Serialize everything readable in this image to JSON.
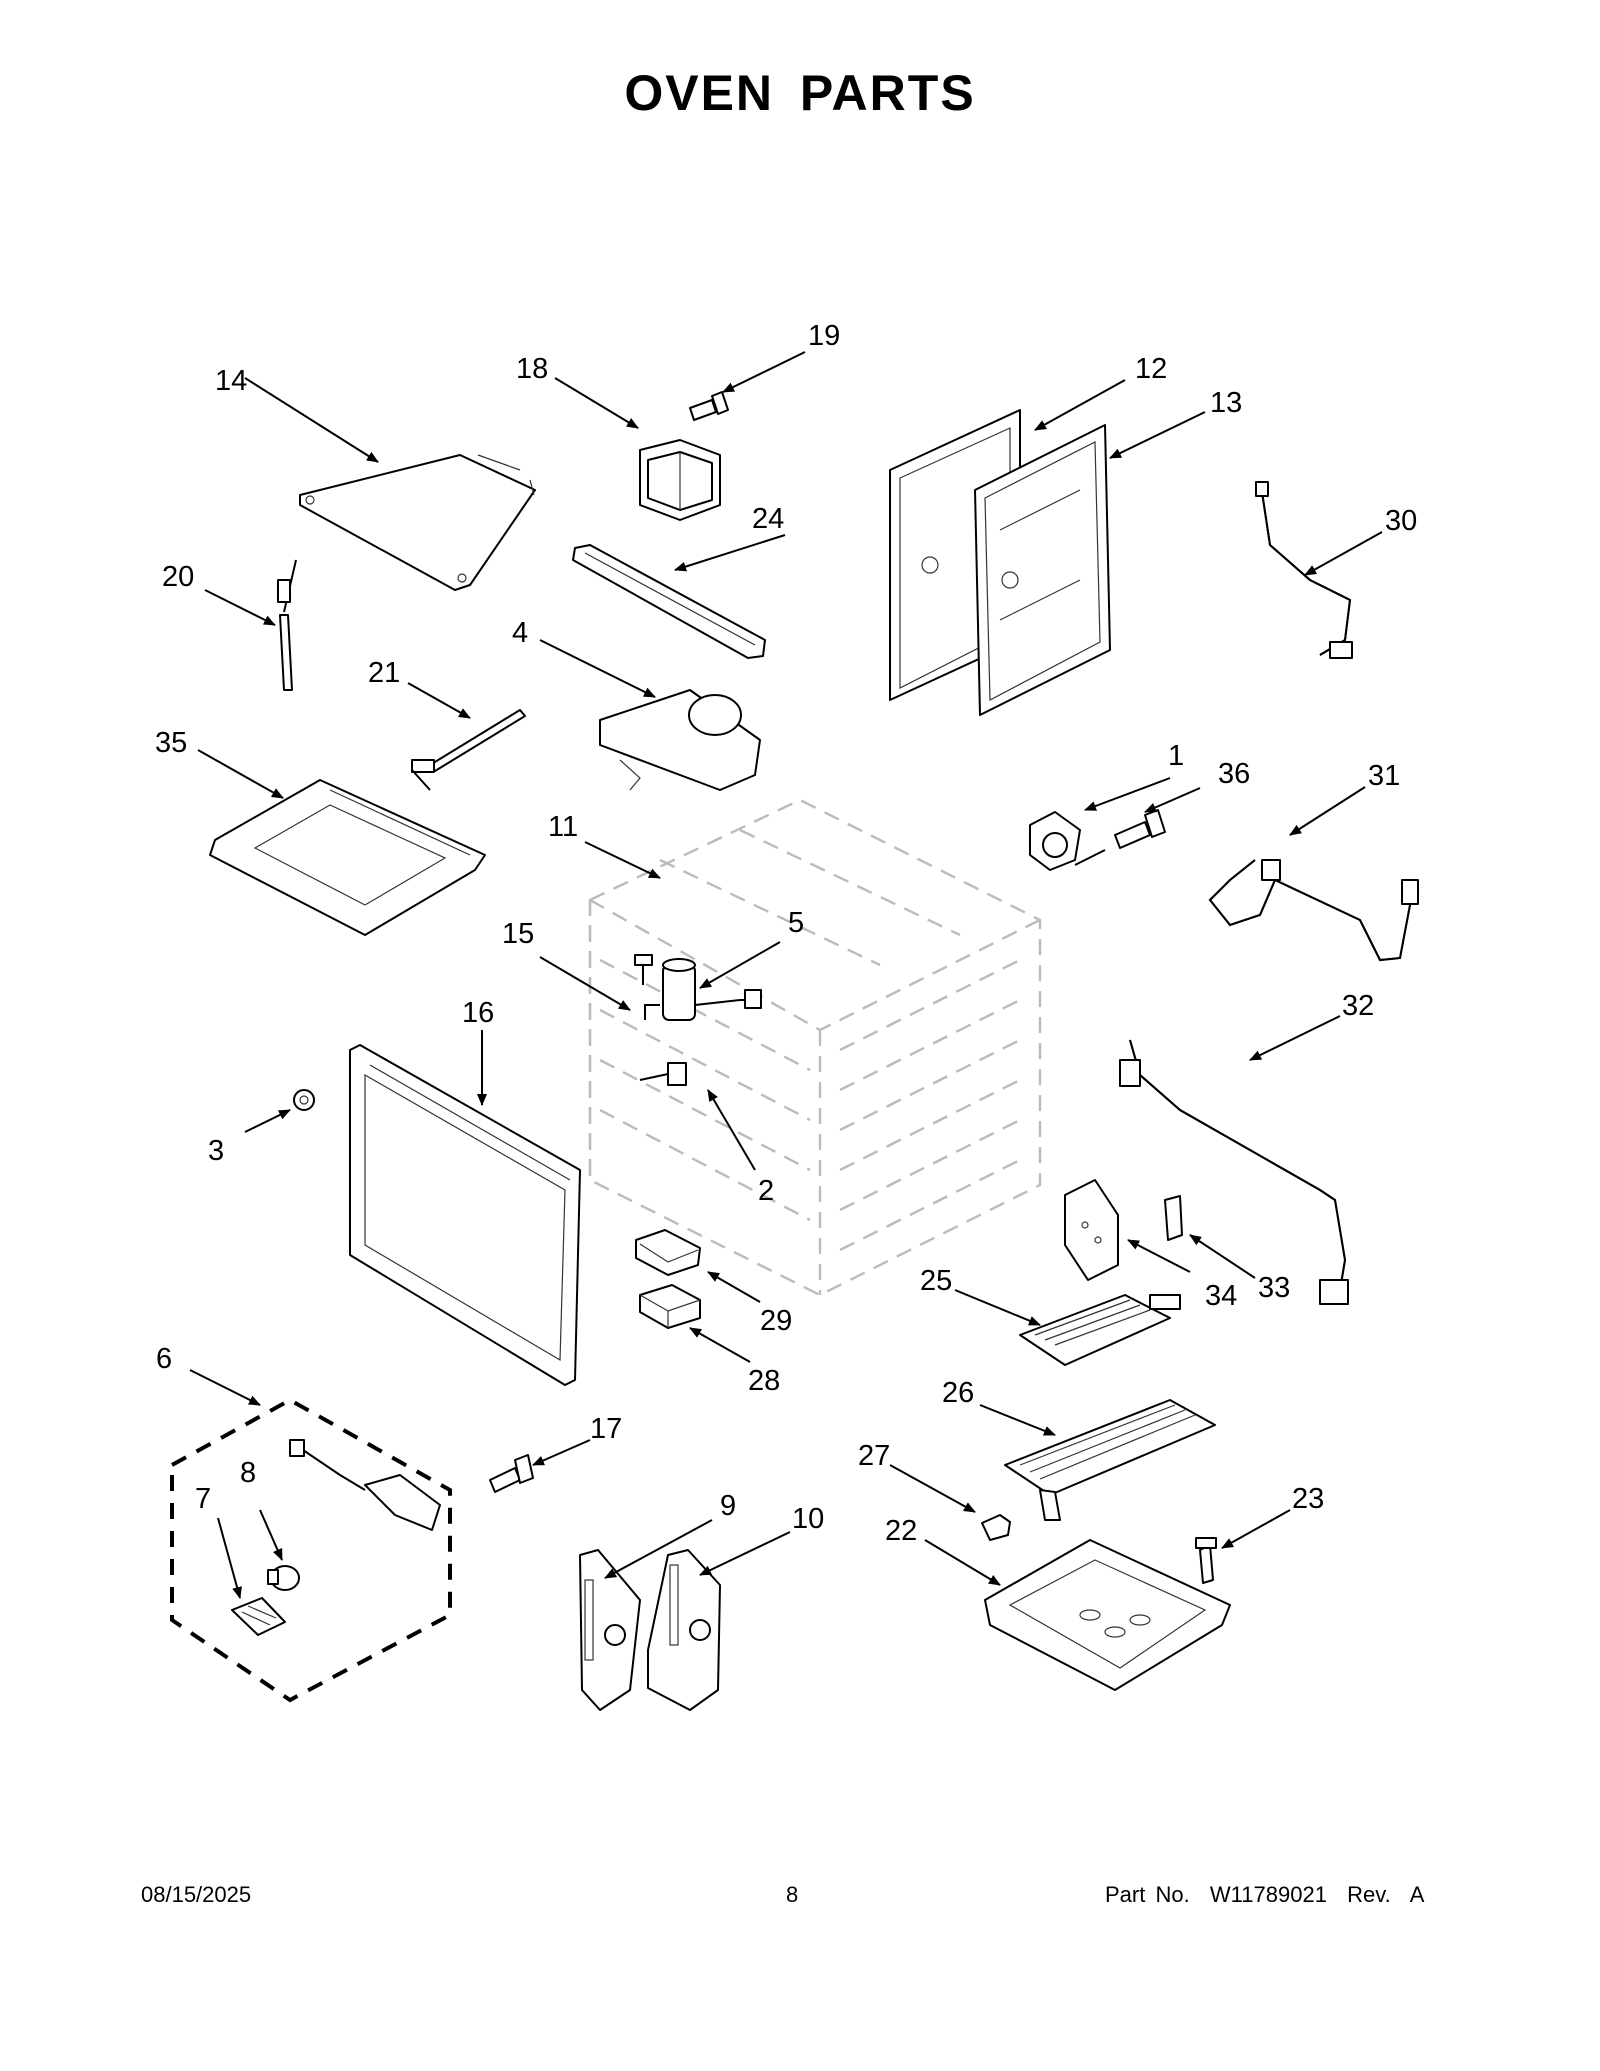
{
  "title": "OVEN PARTS",
  "footer": {
    "date": "08/15/2025",
    "page": "8",
    "part_number": "Part No.  W11789021  Rev.  A"
  },
  "callouts": {
    "c1": "1",
    "c2": "2",
    "c3": "3",
    "c4": "4",
    "c5": "5",
    "c6": "6",
    "c7": "7",
    "c8": "8",
    "c9": "9",
    "c10": "10",
    "c11": "11",
    "c12": "12",
    "c13": "13",
    "c14": "14",
    "c15": "15",
    "c16": "16",
    "c17": "17",
    "c18": "18",
    "c19": "19",
    "c20": "20",
    "c21": "21",
    "c22": "22",
    "c23": "23",
    "c24": "24",
    "c25": "25",
    "c26": "26",
    "c27": "27",
    "c28": "28",
    "c29": "29",
    "c30": "30",
    "c31": "31",
    "c32": "32",
    "c33": "33",
    "c34": "34",
    "c35": "35",
    "c36": "36"
  }
}
